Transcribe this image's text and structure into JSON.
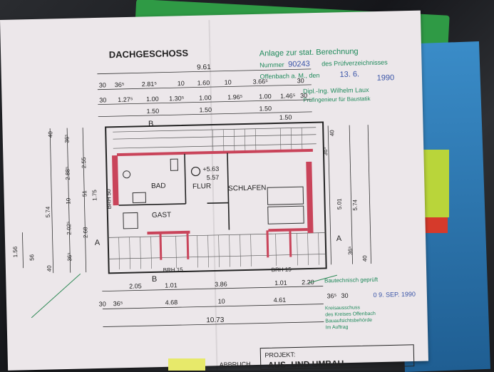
{
  "title": "DACHGESCHOSS",
  "stamp_top": {
    "line1": "Anlage zur stat. Berechnung",
    "nummer_label": "Nummer",
    "nummer_value": "90243",
    "nummer_suffix": "des Prüfverzeichnisses",
    "place": "Offenbach a. M., den",
    "day": "13. 6.",
    "year": "1990",
    "engineer": "Dipl.-Ing. Wilhelm Laux",
    "engineer_role": "Prüfingenieur für Baustatik"
  },
  "stamp_bottom": {
    "line1": "Bautechnisch geprüft",
    "date": "0 9. SEP. 1990",
    "line2": "Kreisausschuss",
    "line3": "des Kreises Offenbach",
    "line4": "Bauaufsichtsbehörde",
    "line5": "Im Auftrag"
  },
  "rooms": {
    "bad": "BAD",
    "flur": "FLUR",
    "schlafen": "SCHLAFEN",
    "gast": "GAST"
  },
  "levels": {
    "l1": "+5.63",
    "l2": "5.57"
  },
  "section_marks": {
    "a": "A",
    "b": "B"
  },
  "brh": {
    "brh50": "BRH 50",
    "brh15a": "BRH 15",
    "brh15b": "BRH 15"
  },
  "dims_top": {
    "overall": "9.61",
    "r2": [
      "30",
      "36⁵",
      "2.81⁵",
      "10",
      "1.60",
      "10",
      "3.66⁵",
      "30"
    ],
    "r3": [
      "30",
      "1.27⁵",
      "1.00",
      "1.30⁵",
      "1.00",
      "1.96⁵",
      "1.00",
      "1.46⁵",
      "30"
    ],
    "r4": [
      "1.50",
      "1.50",
      "1.50",
      "1.50"
    ]
  },
  "dims_left": [
    "40",
    "36⁵",
    "2.88⁵",
    "2.55",
    "5.74",
    "51",
    "1.75",
    "10",
    "2.02⁵",
    "2.68",
    "36⁵",
    "40",
    "1.56",
    "56"
  ],
  "dims_right": [
    "40",
    "36⁵",
    "5.01",
    "5.74",
    "36⁵",
    "40"
  ],
  "dims_bottom": {
    "r1": [
      "2.05",
      "1.01",
      "3.86",
      "1.01",
      "2.20"
    ],
    "r2": [
      "30",
      "36⁵",
      "4.68",
      "10",
      "4.61",
      "36⁵",
      "30"
    ],
    "overall": "10.73"
  },
  "footer": {
    "legend": "ABBRUCH",
    "projekt_label": "PROJEKT:",
    "projekt_value": "AUS- UND UMBAU"
  }
}
